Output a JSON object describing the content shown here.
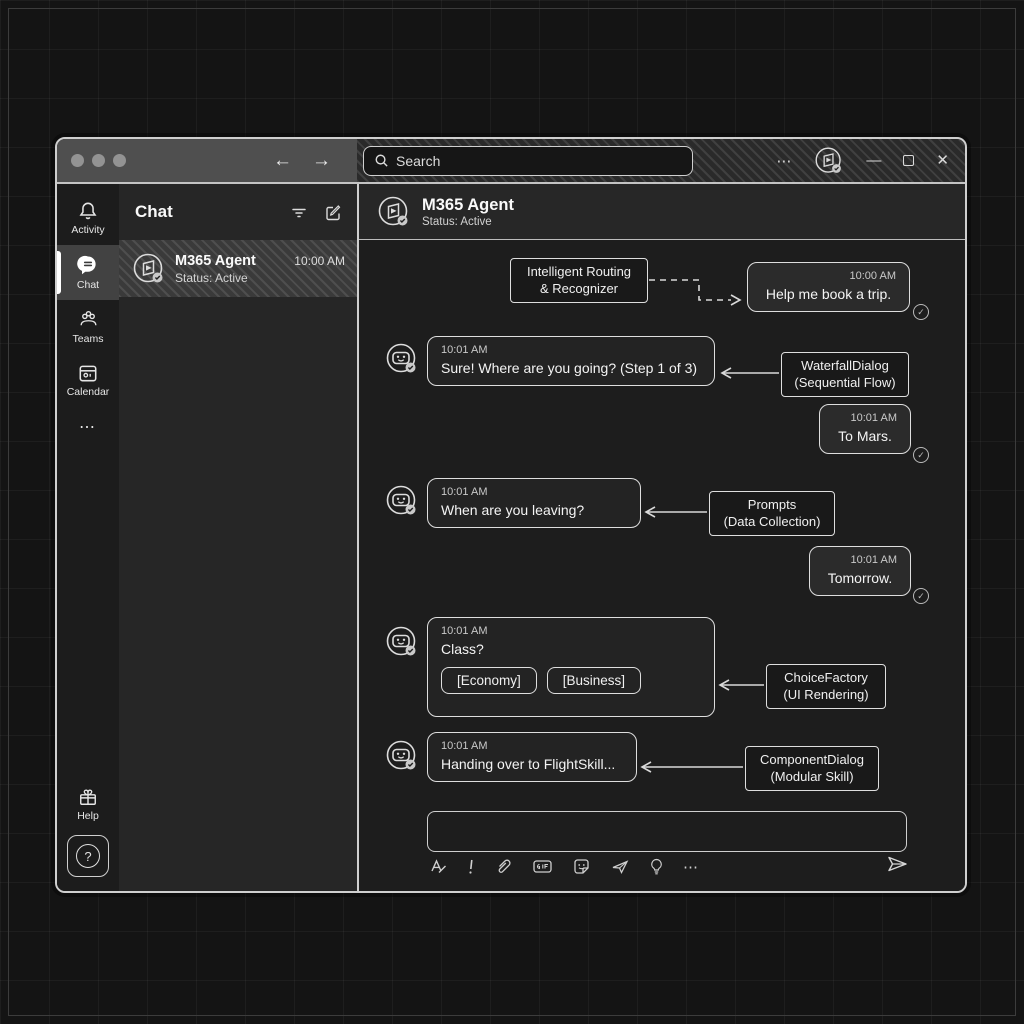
{
  "titlebar": {
    "search_placeholder": "Search"
  },
  "icons": {
    "back": "←",
    "forward": "→",
    "ellipsis": "⋯",
    "minimize": "—",
    "close": "✕",
    "question": "?",
    "check": "✓"
  },
  "rail": {
    "items": [
      {
        "label": "Activity"
      },
      {
        "label": "Chat"
      },
      {
        "label": "Teams"
      },
      {
        "label": "Calendar"
      },
      {
        "label": "Help"
      }
    ]
  },
  "chat_list": {
    "title": "Chat",
    "items": [
      {
        "name": "M365 Agent",
        "subtitle": "Status: Active",
        "time": "10:00 AM"
      }
    ]
  },
  "chat_header": {
    "title": "M365 Agent",
    "subtitle": "Status: Active"
  },
  "conversation": {
    "messages": [
      {
        "kind": "user",
        "time": "10:00 AM",
        "text": "Help me book a trip."
      },
      {
        "kind": "bot",
        "time": "10:01 AM",
        "text": "Sure! Where are you going? (Step 1 of 3)"
      },
      {
        "kind": "user",
        "time": "10:01 AM",
        "text": "To Mars."
      },
      {
        "kind": "bot",
        "time": "10:01 AM",
        "text": "When are you leaving?"
      },
      {
        "kind": "user",
        "time": "10:01 AM",
        "text": "Tomorrow."
      },
      {
        "kind": "bot",
        "time": "10:01 AM",
        "text": "Class?",
        "choices": [
          "[Economy]",
          "[Business]"
        ]
      },
      {
        "kind": "bot",
        "time": "10:01 AM",
        "text": "Handing over to FlightSkill..."
      }
    ],
    "annotations": [
      {
        "line1": "Intelligent Routing",
        "line2": "& Recognizer"
      },
      {
        "line1": "WaterfallDialog",
        "line2": "(Sequential Flow)"
      },
      {
        "line1": "Prompts",
        "line2": "(Data Collection)"
      },
      {
        "line1": "ChoiceFactory",
        "line2": "(UI Rendering)"
      },
      {
        "line1": "ComponentDialog",
        "line2": "(Modular Skill)"
      }
    ]
  },
  "composer": {
    "value": ""
  },
  "colors": {
    "window_border": "#cfcfcf",
    "titlebar_left_bg": "#4f4f4f",
    "bubble_border": "#dedede",
    "canvas_bg": "#1d1d1d"
  }
}
